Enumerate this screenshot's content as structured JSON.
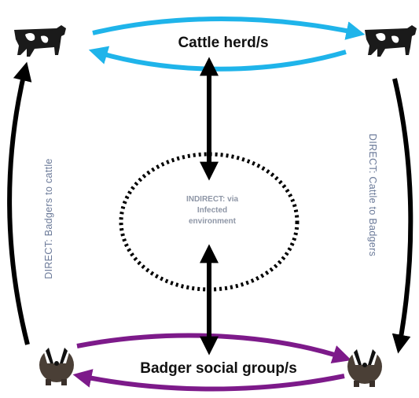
{
  "labels": {
    "cattle": "Cattle herd/s",
    "badger": "Badger social group/s",
    "direct_left": "DIRECT: Badgers to cattle",
    "direct_right": "DIRECT: Cattle to Badgers",
    "indirect_line1": "INDIRECT: via",
    "indirect_line2": "Infected",
    "indirect_line3": "environment"
  },
  "icons": {
    "top_left": "cow-icon",
    "top_right": "cow-icon",
    "bottom_left": "badger-icon",
    "bottom_right": "badger-icon"
  },
  "colors": {
    "cattle_arrows": "#1fb4ea",
    "badger_arrows": "#7d1a8a",
    "direct_arrows": "#000000",
    "indirect_arrows": "#000000"
  }
}
